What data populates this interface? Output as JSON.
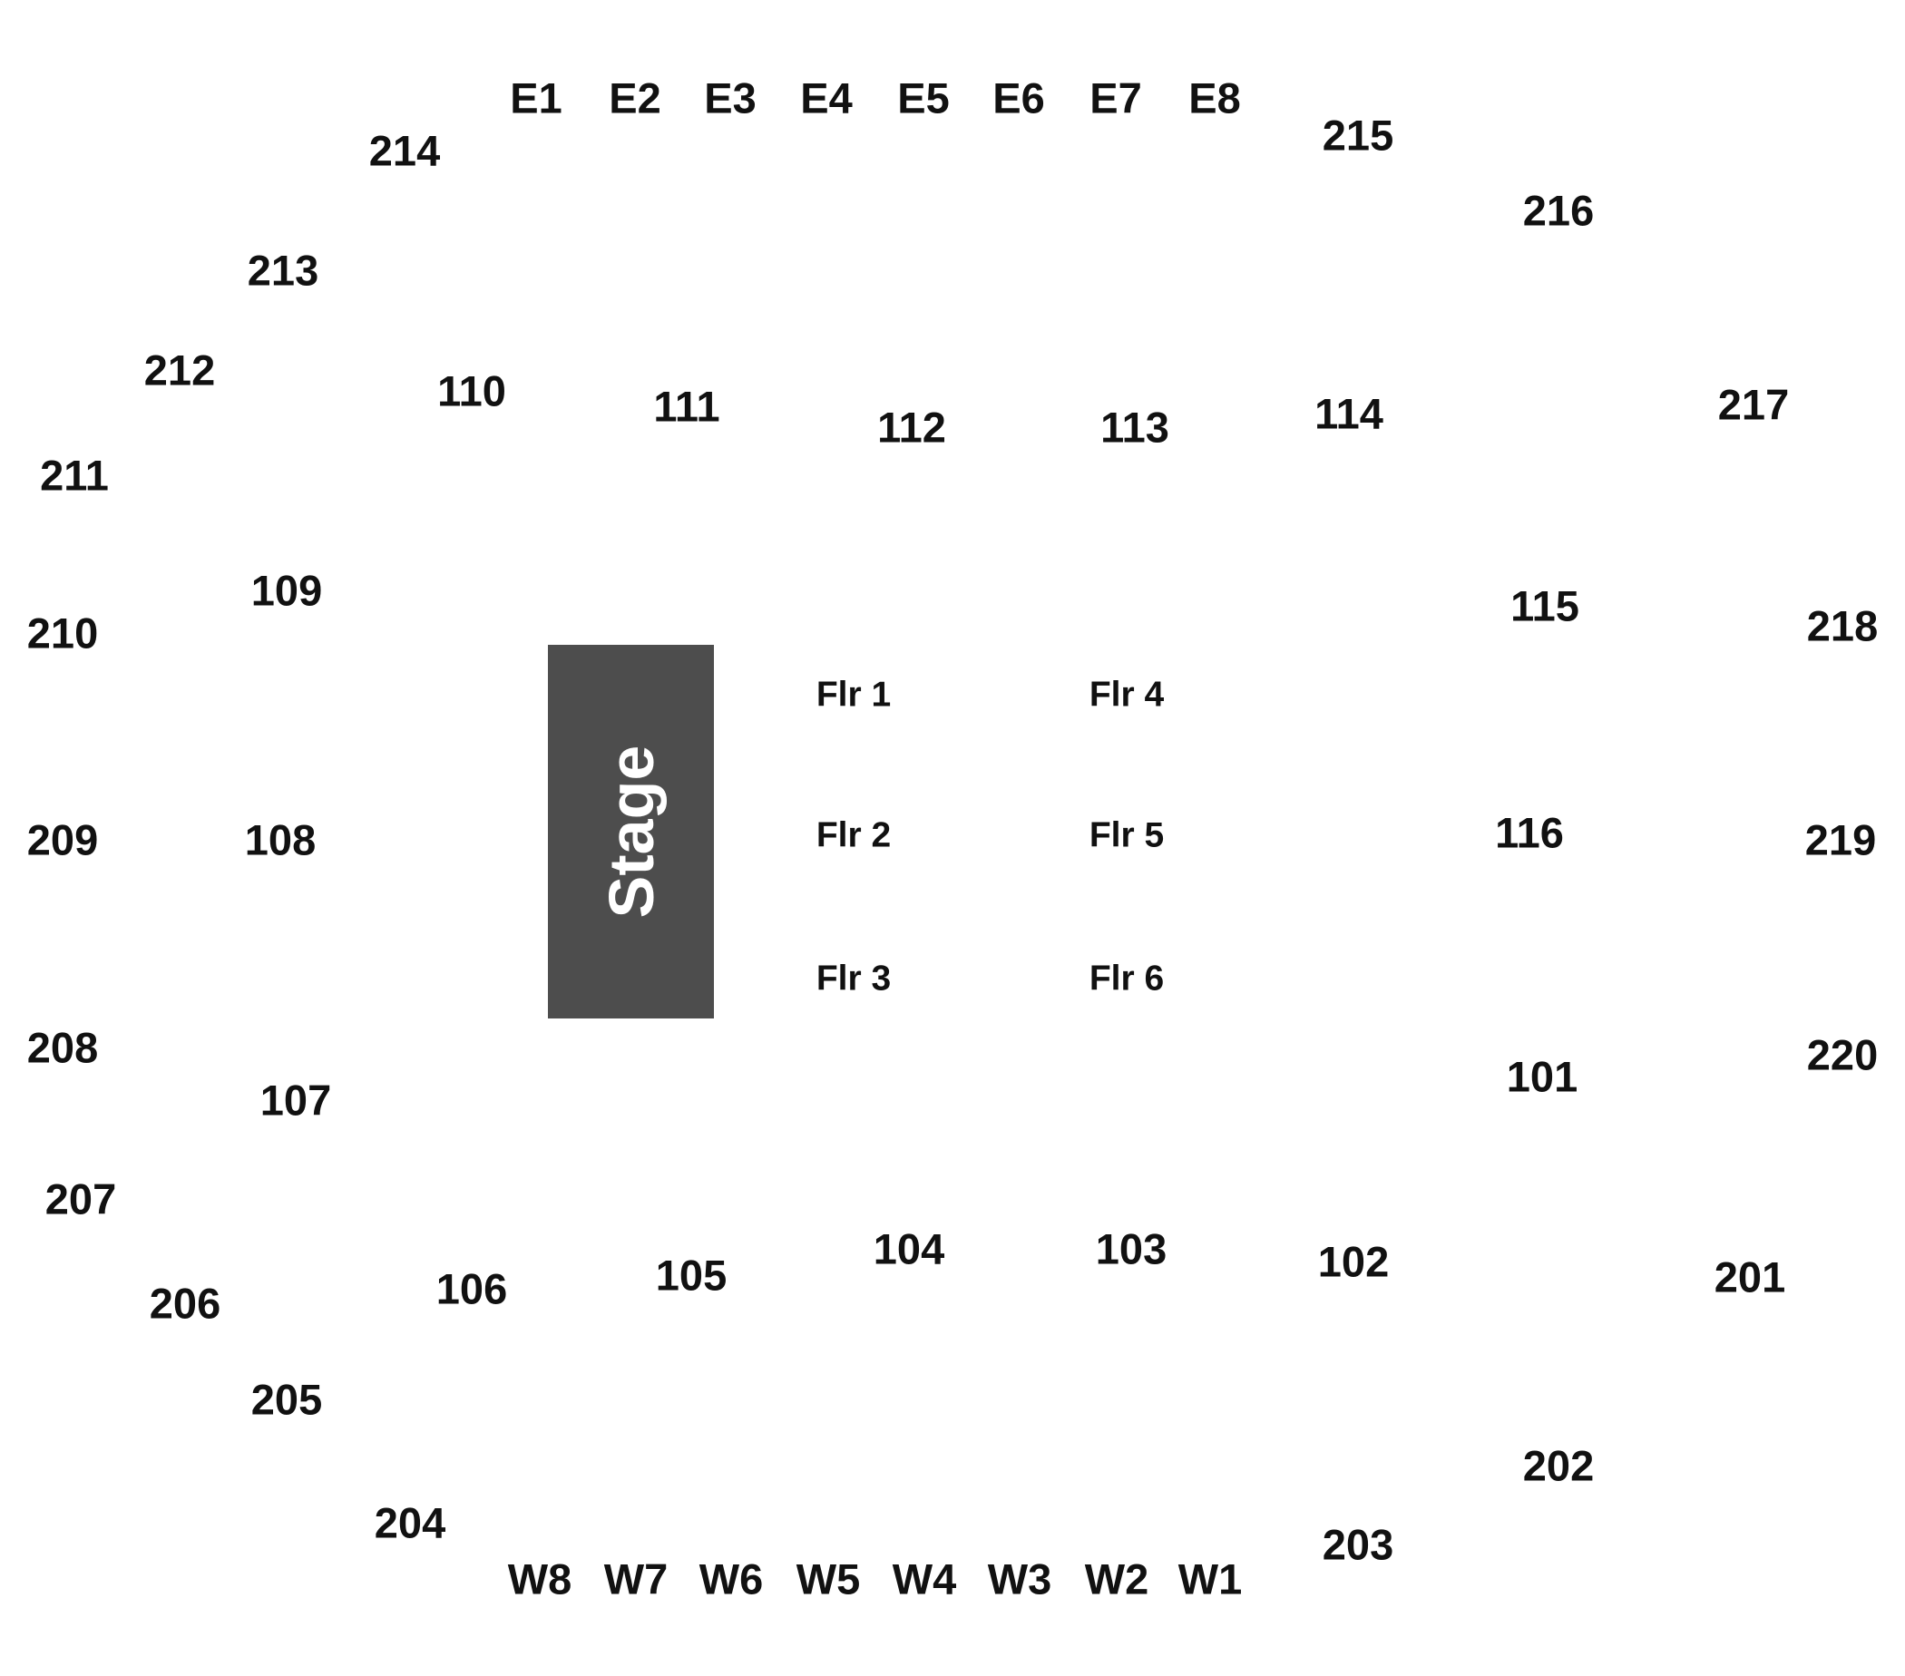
{
  "stage": {
    "label": "Stage",
    "fill": "#4d4d4d",
    "text_color": "#ffffff"
  },
  "label_color": "#111111",
  "sections": {
    "e1": "E1",
    "e2": "E2",
    "e3": "E3",
    "e4": "E4",
    "e5": "E5",
    "e6": "E6",
    "e7": "E7",
    "e8": "E8",
    "w1": "W1",
    "w2": "W2",
    "w3": "W3",
    "w4": "W4",
    "w5": "W5",
    "w6": "W6",
    "w7": "W7",
    "w8": "W8",
    "s101": "101",
    "s102": "102",
    "s103": "103",
    "s104": "104",
    "s105": "105",
    "s106": "106",
    "s107": "107",
    "s108": "108",
    "s109": "109",
    "s110": "110",
    "s111": "111",
    "s112": "112",
    "s113": "113",
    "s114": "114",
    "s115": "115",
    "s116": "116",
    "s201": "201",
    "s202": "202",
    "s203": "203",
    "s204": "204",
    "s205": "205",
    "s206": "206",
    "s207": "207",
    "s208": "208",
    "s209": "209",
    "s210": "210",
    "s211": "211",
    "s212": "212",
    "s213": "213",
    "s214": "214",
    "s215": "215",
    "s216": "216",
    "s217": "217",
    "s218": "218",
    "s219": "219",
    "s220": "220"
  },
  "floor": {
    "flr1": "Flr 1",
    "flr2": "Flr 2",
    "flr3": "Flr 3",
    "flr4": "Flr 4",
    "flr5": "Flr 5",
    "flr6": "Flr 6"
  }
}
